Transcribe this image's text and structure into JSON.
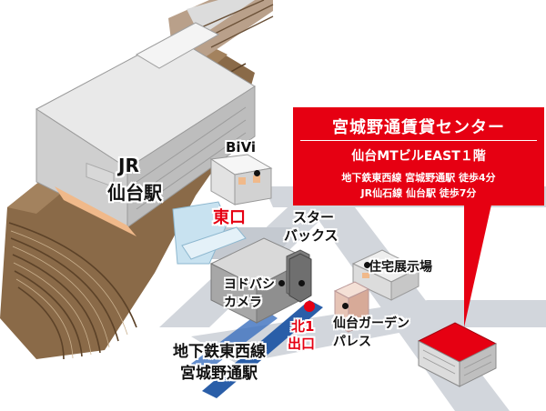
{
  "labels": {
    "jr_station": [
      "JR",
      "仙台駅"
    ],
    "bivi": "BiVi",
    "east_exit": "東口",
    "starbucks": [
      "スター",
      "バックス"
    ],
    "housing_exhibition": "住宅展示場",
    "yodobashi": [
      "ヨドバシ",
      "カメラ"
    ],
    "north1_exit": [
      "北1",
      "出口"
    ],
    "sendai_garden_palace": [
      "仙台ガーデン",
      "パレス"
    ],
    "subway_station": [
      "地下鉄東西線",
      "宮城野通駅"
    ]
  },
  "callout": {
    "title": "宮城野通賃貸センター",
    "building": "仙台MTビルEAST１階",
    "access_1": "地下鉄東西線 宮城野通駅 徒歩4分",
    "access_2": "JR仙石線 仙台駅 徒歩7分"
  },
  "colors": {
    "accent_red": "#e60012",
    "road": "#d2d6dc",
    "subway_line": "#2a5ea8",
    "tracks_brown": "#7a5a3a",
    "building_grey": "#9a9a9a"
  }
}
